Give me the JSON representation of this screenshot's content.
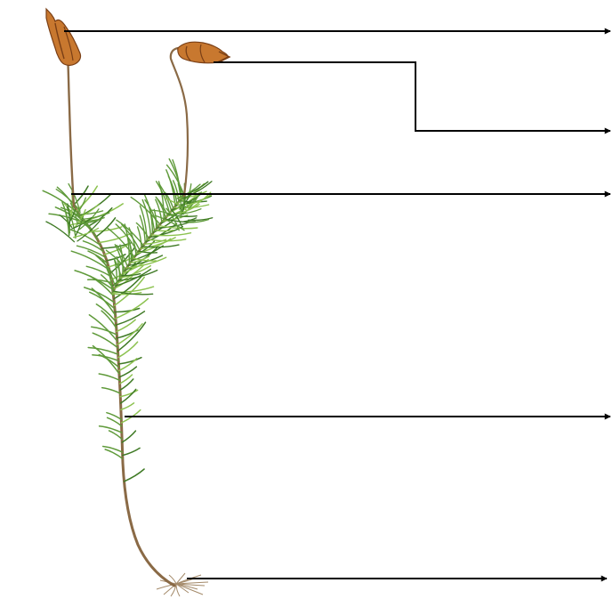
{
  "figure": {
    "subject_icon": "moss-plant-illustration",
    "background_color": "#ffffff",
    "colors": {
      "leaf_dark": "#3f7a25",
      "leaf_mid": "#5f9a3a",
      "leaf_light": "#8cc24f",
      "stalk": "#8a6a46",
      "capsule": "#c8782f",
      "capsule_dark": "#7a3f16",
      "rhizoid": "#a48a6a",
      "pointer": "#000000"
    }
  },
  "pointers": [
    {
      "target": "capsule-left",
      "arrowhead": "right"
    },
    {
      "target": "capsule-right",
      "arrowhead": "right",
      "bent": true
    },
    {
      "target": "seta",
      "arrowhead": "right"
    },
    {
      "target": "stem",
      "arrowhead": "right"
    },
    {
      "target": "rhizoids",
      "arrowhead": "right"
    }
  ]
}
